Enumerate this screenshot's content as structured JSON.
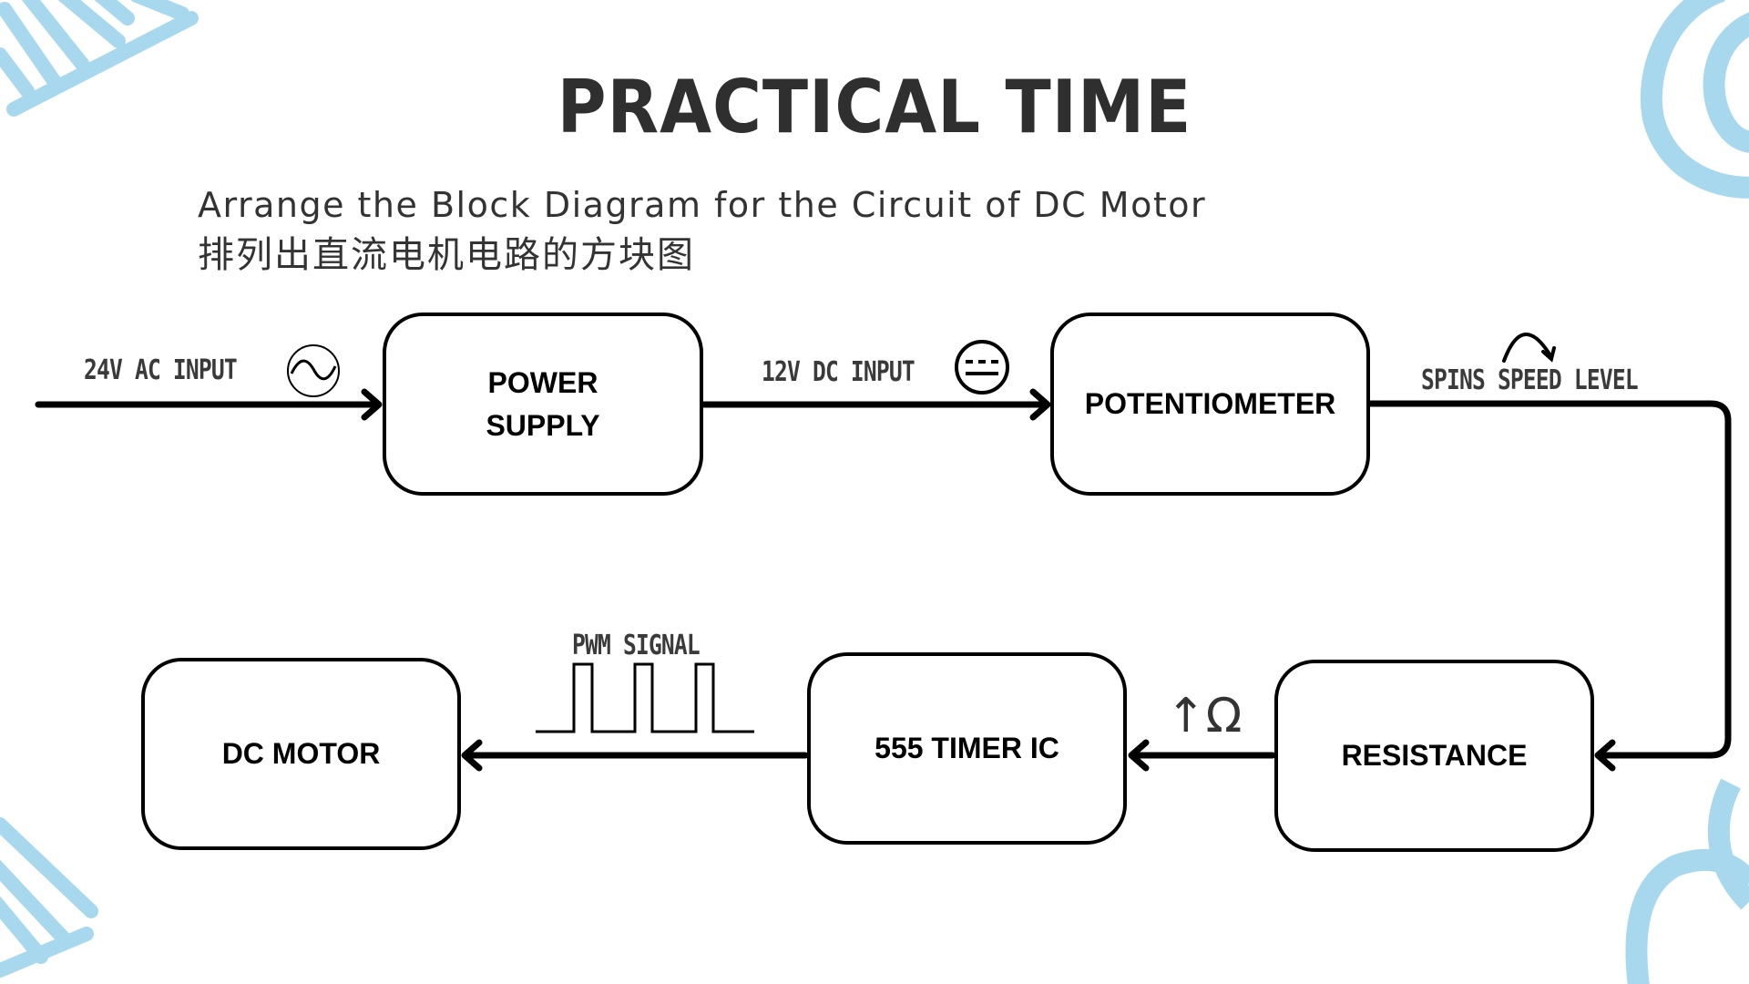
{
  "slide": {
    "title": "PRACTICAL TIME",
    "subtitle_en": "Arrange the Block Diagram for the Circuit of DC Motor",
    "subtitle_zh": "排列出直流电机电路的方块图"
  },
  "blocks": [
    {
      "id": "power-supply",
      "label": "POWER\nSUPPLY"
    },
    {
      "id": "potentiometer",
      "label": "POTENTIOMETER"
    },
    {
      "id": "resistance",
      "label": "RESISTANCE"
    },
    {
      "id": "timer",
      "label": "555 TIMER IC"
    },
    {
      "id": "dc-motor",
      "label": "DC MOTOR"
    }
  ],
  "connections": [
    {
      "from": "input",
      "to": "power-supply",
      "label": "24V AC INPUT",
      "icon": "ac-sine-icon"
    },
    {
      "from": "power-supply",
      "to": "potentiometer",
      "label": "12V DC INPUT",
      "icon": "dc-symbol-icon"
    },
    {
      "from": "potentiometer",
      "to": "resistance",
      "label": "SPINS SPEED LEVEL",
      "icon": "curved-arrow-icon"
    },
    {
      "from": "resistance",
      "to": "timer",
      "label": "↑Ω",
      "icon": "none"
    },
    {
      "from": "timer",
      "to": "dc-motor",
      "label": "PWM SIGNAL",
      "icon": "pwm-wave-icon"
    }
  ],
  "colors": {
    "decoration": "#a8d8ee",
    "ink": "#000000",
    "text": "#2f2f2f"
  }
}
